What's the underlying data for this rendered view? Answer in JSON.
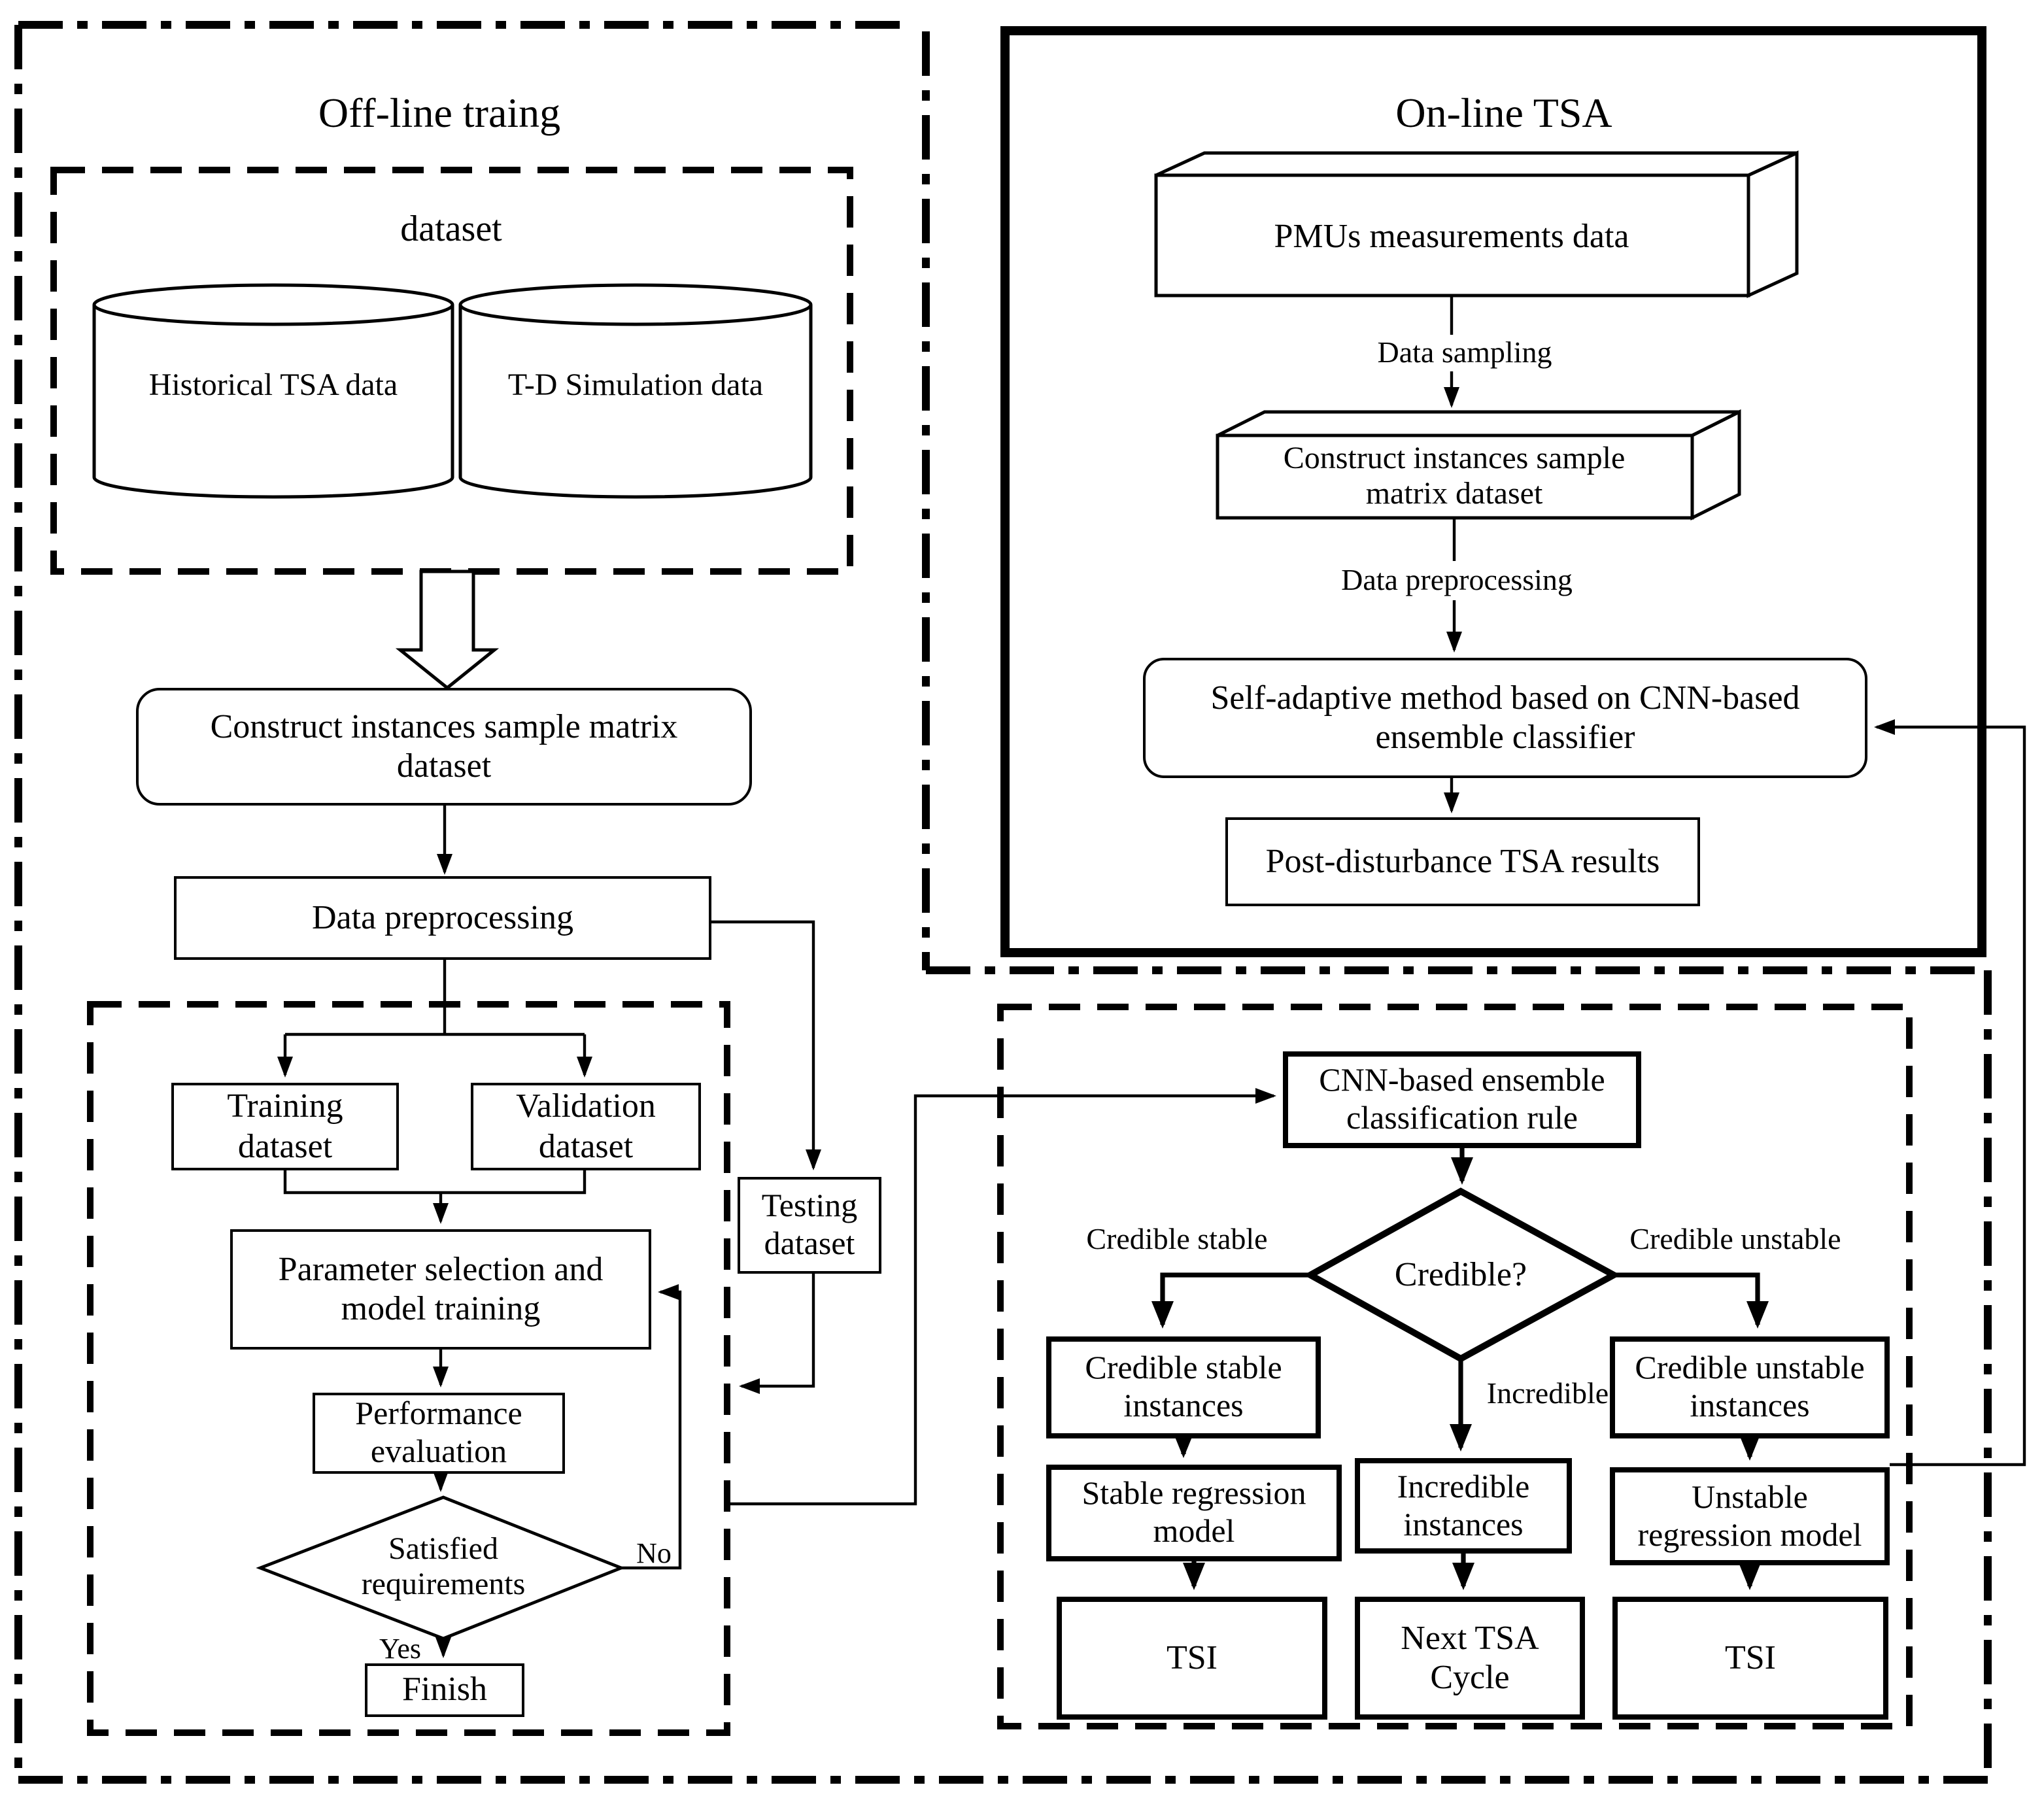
{
  "titles": {
    "offline": "Off-line traing",
    "online": "On-line TSA"
  },
  "offline_training": {
    "dataset_title": "dataset",
    "historical_db": "Historical TSA data",
    "simulation_db": "T-D Simulation data",
    "construct_box": "Construct instances sample matrix\ndataset",
    "preprocessing_box": "Data preprocessing",
    "training_box": "Training\ndataset",
    "validation_box": "Validation\ndataset",
    "testing_box": "Testing\ndataset",
    "parameter_box": "Parameter selection and\nmodel training",
    "performance_box": "Performance\nevaluation",
    "satisfied_diamond": "Satisfied\nrequirements",
    "yes_label": "Yes",
    "no_label": "No",
    "finish_box": "Finish"
  },
  "online_tsa": {
    "pmus_box": "PMUs measurements data",
    "sampling_label": "Data sampling",
    "construct_box": "Construct instances sample\nmatrix dataset",
    "preprocessing_label": "Data preprocessing",
    "classifier_box": "Self-adaptive method based on CNN-based\nensemble classifier",
    "results_box": "Post-disturbance TSA results"
  },
  "classification": {
    "rule_box": "CNN-based ensemble\nclassification rule",
    "credible_diamond": "Credible?",
    "credible_stable_label": "Credible stable",
    "credible_unstable_label": "Credible unstable",
    "incredible_label": "Incredible",
    "credible_stable_box": "Credible stable\ninstances",
    "credible_unstable_box": "Credible unstable\ninstances",
    "incredible_box": "Incredible\ninstances",
    "stable_model_box": "Stable regression\nmodel",
    "unstable_model_box": "Unstable\nregression model",
    "tsi_left_box": "TSI",
    "next_cycle_box": "Next TSA\nCycle",
    "tsi_right_box": "TSI"
  },
  "colors": {
    "ink": "#000000",
    "background": "#ffffff"
  }
}
